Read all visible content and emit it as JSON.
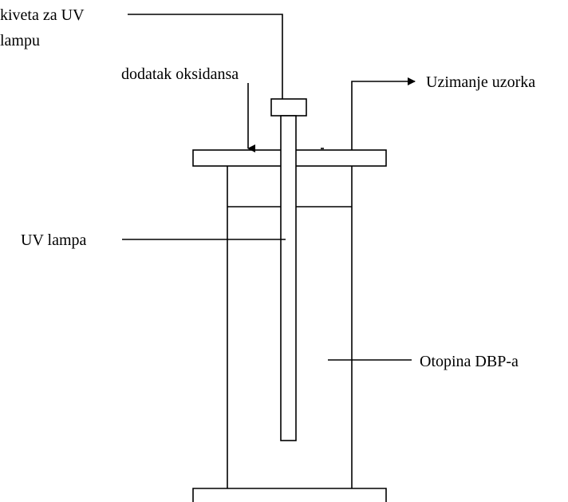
{
  "labels": {
    "cuvette_line1": "kiveta za UV",
    "cuvette_line2": "lampu",
    "oxidant": "dodatak oksidansa",
    "sampling": "Uzimanje uzorka",
    "uv_lamp": "UV lampa",
    "solution": "Otopina DBP-a"
  },
  "colors": {
    "stroke": "#000000",
    "background": "#ffffff"
  }
}
